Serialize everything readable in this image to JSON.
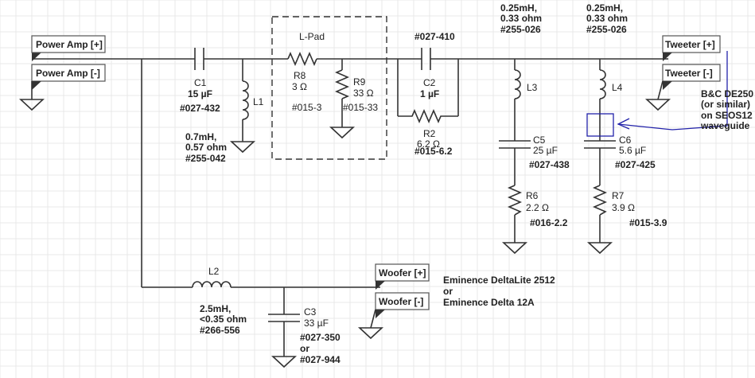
{
  "ports": {
    "power_amp_pos": "Power Amp [+]",
    "power_amp_neg": "Power Amp [-]",
    "tweeter_pos": "Tweeter [+]",
    "tweeter_neg": "Tweeter [-]",
    "woofer_pos": "Woofer [+]",
    "woofer_neg": "Woofer [-]"
  },
  "lpad": {
    "title": "L-Pad"
  },
  "components": {
    "c1": {
      "ref": "C1",
      "value": "15 µF",
      "part": "#027-432"
    },
    "l1": {
      "ref": "L1",
      "spec_line1": "0.7mH,",
      "spec_line2": "0.57 ohm",
      "part": "#255-042"
    },
    "r8": {
      "ref": "R8",
      "value": "3 Ω",
      "part": "#015-3"
    },
    "r9": {
      "ref": "R9",
      "value": "33 Ω",
      "part": "#015-33"
    },
    "c2": {
      "ref": "C2",
      "value": "1 µF",
      "part": "#027-410"
    },
    "r2": {
      "ref": "R2",
      "value": "6.2 Ω",
      "part": "#015-6.2"
    },
    "l3": {
      "ref": "L3",
      "spec_line1": "0.25mH,",
      "spec_line2": "0.33 ohm",
      "part": "#255-026"
    },
    "c5": {
      "ref": "C5",
      "value": "25 µF",
      "part": "#027-438"
    },
    "r6": {
      "ref": "R6",
      "value": "2.2 Ω",
      "part": "#016-2.2"
    },
    "l4": {
      "ref": "L4",
      "spec_line1": "0.25mH,",
      "spec_line2": "0.33 ohm",
      "part": "#255-026"
    },
    "c6": {
      "ref": "C6",
      "value": "5.6 µF",
      "part": "#027-425"
    },
    "r7": {
      "ref": "R7",
      "value": "3.9 Ω",
      "part": "#015-3.9"
    },
    "l2": {
      "ref": "L2",
      "spec_line1": "2.5mH,",
      "spec_line2": "<0.35 ohm",
      "part": "#266-556"
    },
    "c3": {
      "ref": "C3",
      "value": "33 µF",
      "part_line1": "#027-350",
      "part_line2": "or",
      "part_line3": "#027-944"
    }
  },
  "notes": {
    "woofer_line1": "Eminence DeltaLite 2512",
    "woofer_line2": "or",
    "woofer_line3": "Eminence Delta 12A",
    "tweeter_line1": "B&C DE250",
    "tweeter_line2": "(or similar)",
    "tweeter_line3": "on SEOS12",
    "tweeter_line4": "waveguide"
  },
  "colors": {
    "wire": "#333333",
    "annotation": "#2222aa",
    "grid": "#e8e8e8",
    "background": "#ffffff"
  }
}
